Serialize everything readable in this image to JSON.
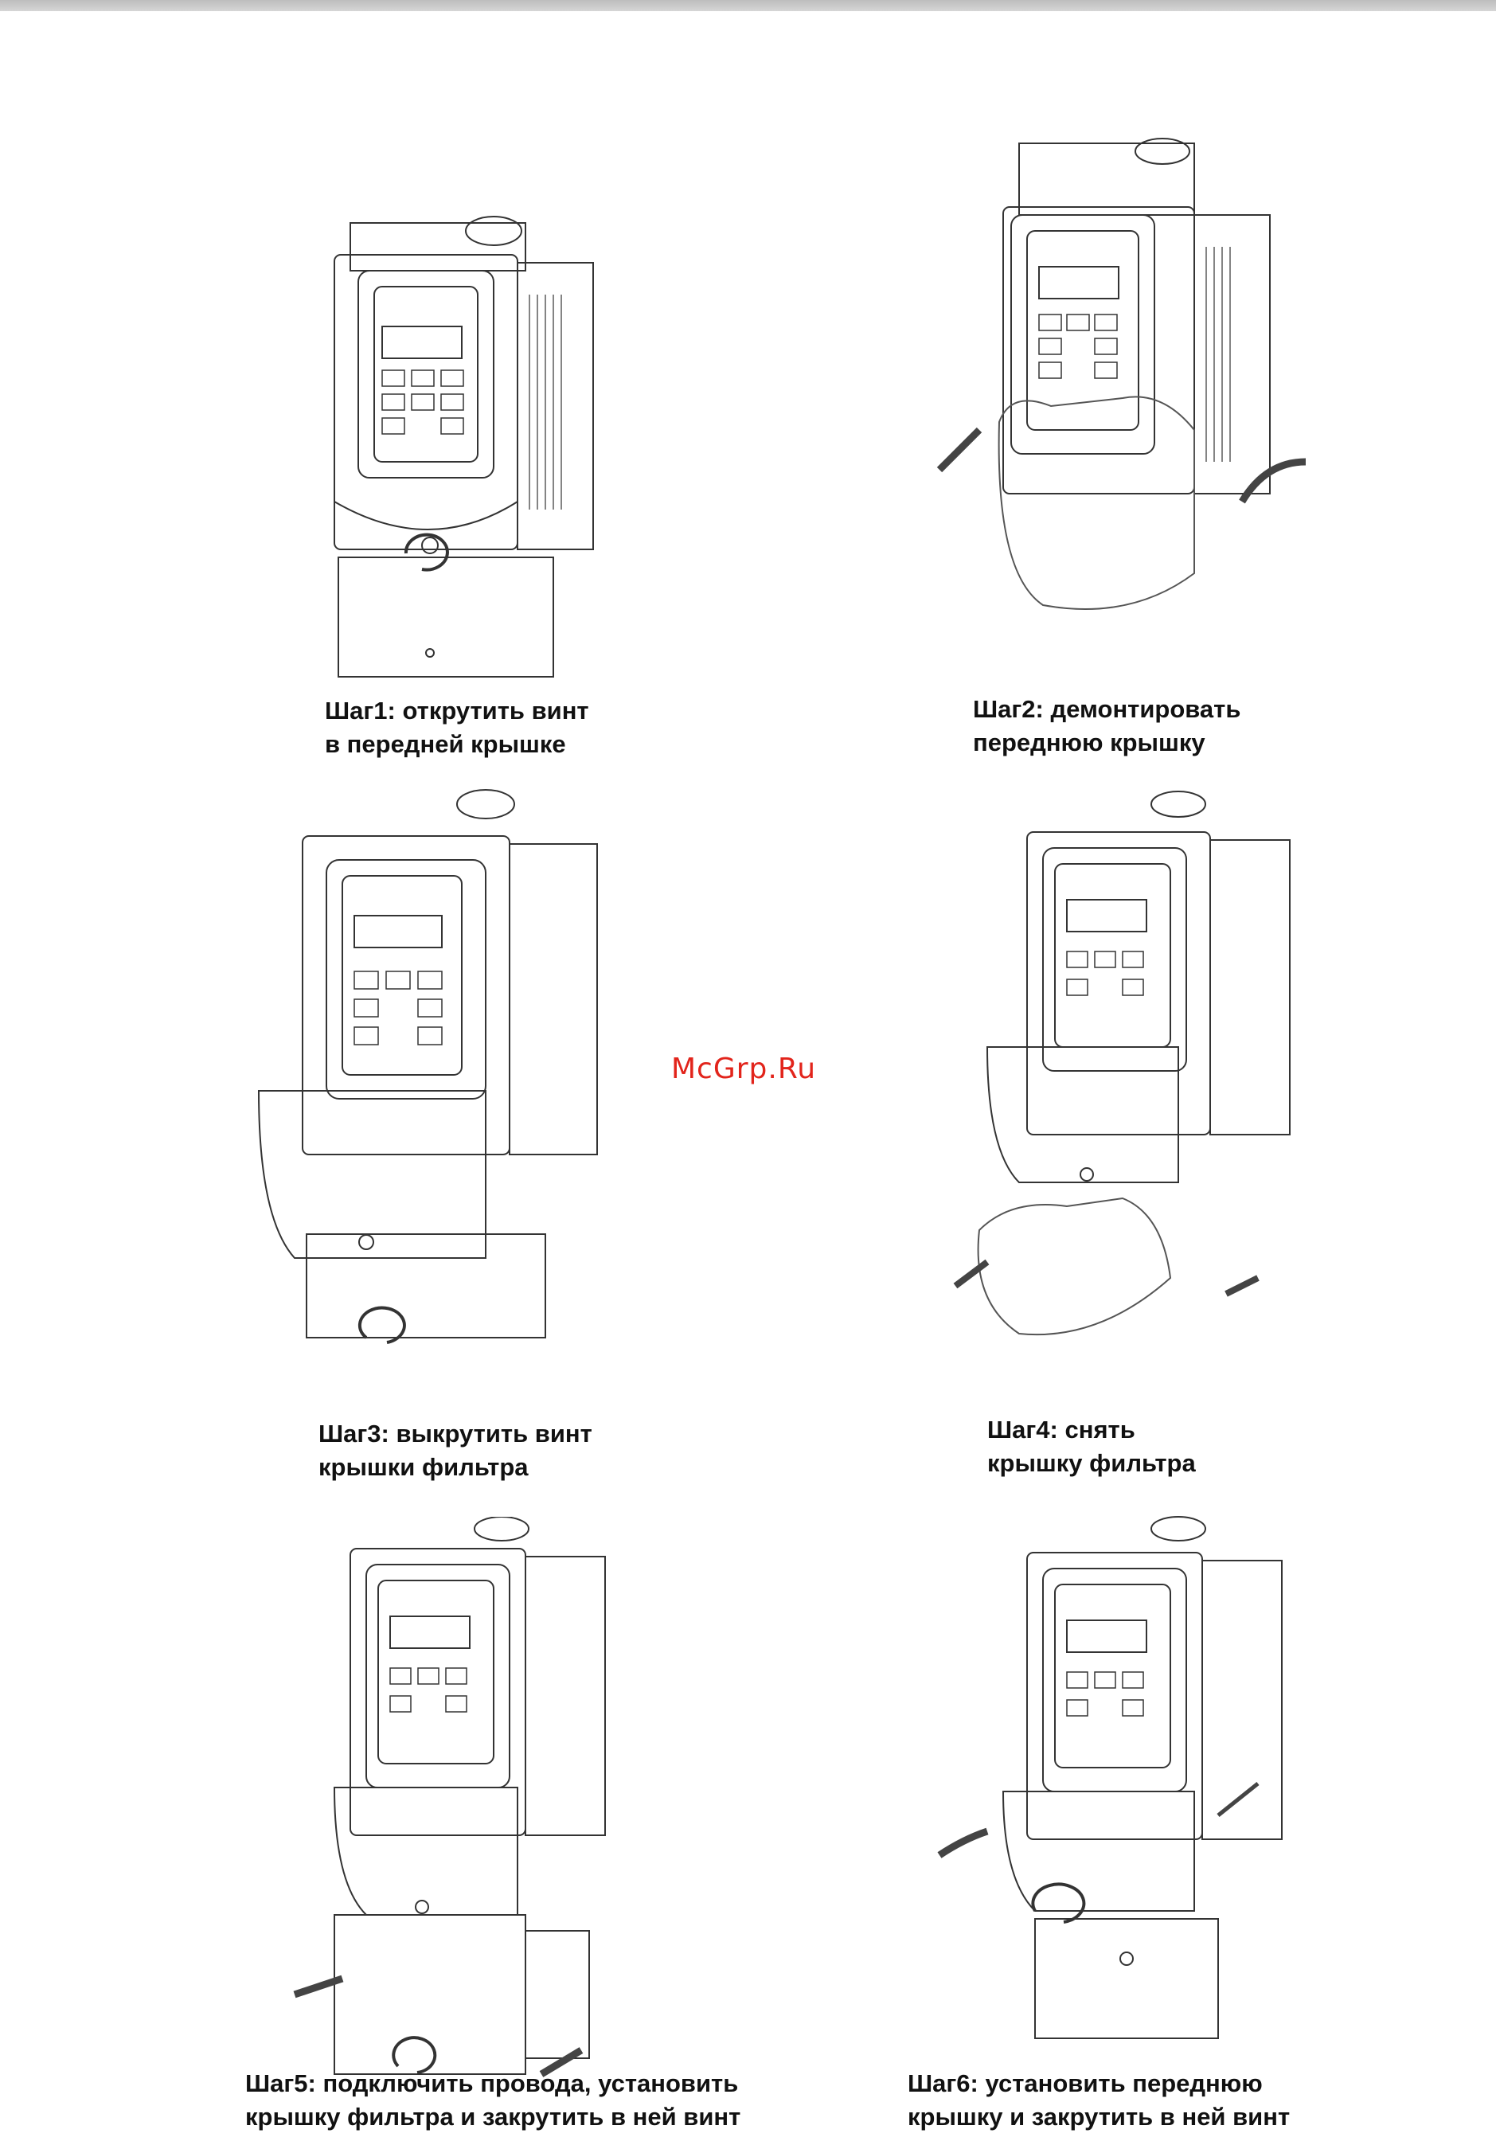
{
  "watermark": "McGrp.Ru",
  "steps": [
    {
      "line1": "Шаг1: открутить винт",
      "line2": "в передней крышке"
    },
    {
      "line1": "Шаг2: демонтировать",
      "line2": "переднюю крышку"
    },
    {
      "line1": "Шаг3: выкрутить винт",
      "line2": "крышки фильтра"
    },
    {
      "line1": "Шаг4: снять",
      "line2": "крышку фильтра"
    },
    {
      "line1": "Шаг5: подключить провода, установить",
      "line2": "крышку фильтра и закрутить в ней винт"
    },
    {
      "line1": "Шаг6: установить переднюю",
      "line2": "крышку и закрутить в ней винт"
    }
  ]
}
